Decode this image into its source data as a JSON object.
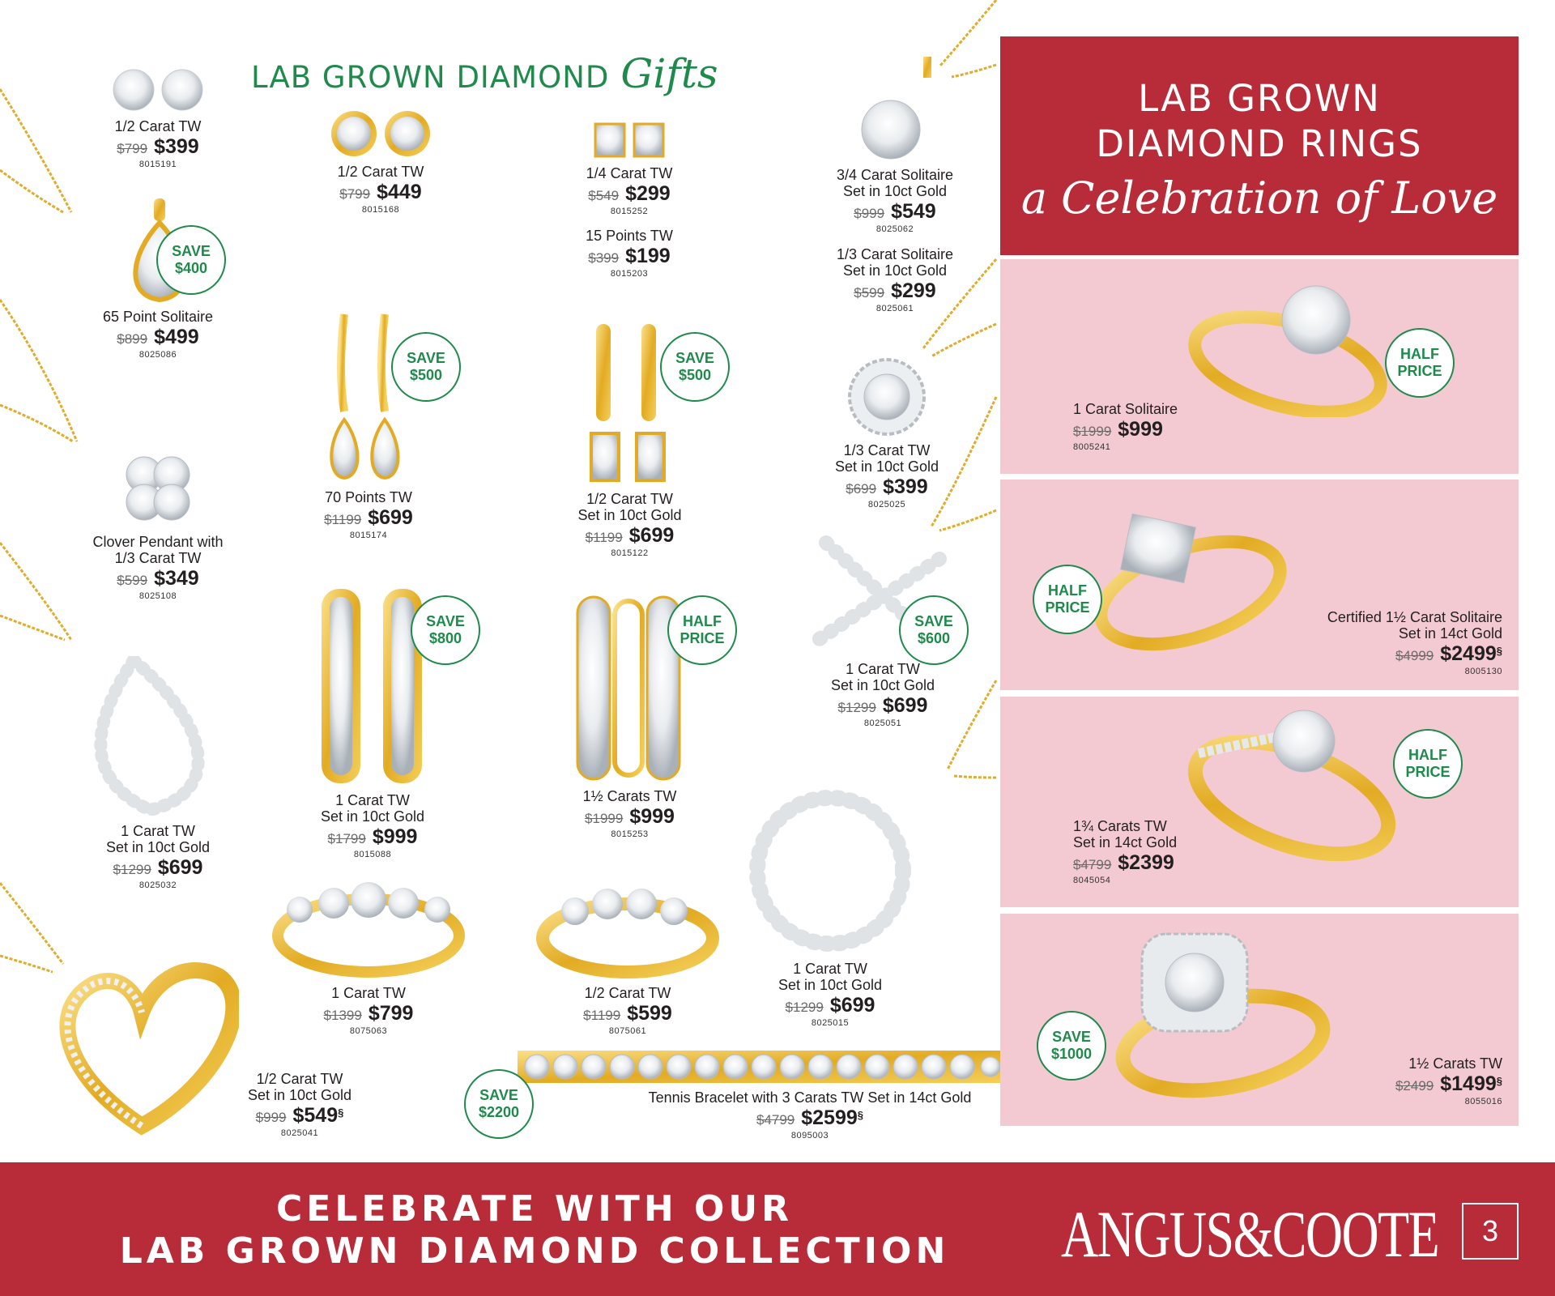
{
  "page": {
    "heading_main": "LAB GROWN DIAMOND",
    "heading_script": "Gifts",
    "page_number": "3"
  },
  "panel": {
    "title_line1": "LAB GROWN",
    "title_line2": "DIAMOND RINGS",
    "title_script": "a Celebration of Love"
  },
  "badges": {
    "save400": [
      "SAVE",
      "$400"
    ],
    "save500a": [
      "SAVE",
      "$500"
    ],
    "save500b": [
      "SAVE",
      "$500"
    ],
    "save800": [
      "SAVE",
      "$800"
    ],
    "half1": [
      "HALF",
      "PRICE"
    ],
    "save600": [
      "SAVE",
      "$600"
    ],
    "save2200": [
      "SAVE",
      "$2200"
    ],
    "ring_half1": [
      "HALF",
      "PRICE"
    ],
    "ring_half2": [
      "HALF",
      "PRICE"
    ],
    "ring_half3": [
      "HALF",
      "PRICE"
    ],
    "ring_save1000": [
      "SAVE",
      "$1000"
    ]
  },
  "products": {
    "p01": {
      "desc": "1/2 Carat TW",
      "was": "$799",
      "now": "$399",
      "code": "8015191"
    },
    "p02": {
      "desc": "1/2 Carat TW",
      "was": "$799",
      "now": "$449",
      "code": "8015168"
    },
    "p03": {
      "desc": "1/4 Carat TW",
      "was": "$549",
      "now": "$299",
      "code": "8015252"
    },
    "p04": {
      "desc": "15 Points TW",
      "was": "$399",
      "now": "$199",
      "code": "8015203"
    },
    "p05": {
      "desc": "3/4 Carat Solitaire\nSet in 10ct Gold",
      "was": "$999",
      "now": "$549",
      "code": "8025062"
    },
    "p06": {
      "desc": "1/3 Carat Solitaire\nSet in 10ct Gold",
      "was": "$599",
      "now": "$299",
      "code": "8025061"
    },
    "p07": {
      "desc": "65 Point Solitaire",
      "was": "$899",
      "now": "$499",
      "code": "8025086"
    },
    "p08": {
      "desc": "70 Points TW",
      "was": "$1199",
      "now": "$699",
      "code": "8015174"
    },
    "p09": {
      "desc": "1/2 Carat TW\nSet in 10ct Gold",
      "was": "$1199",
      "now": "$699",
      "code": "8015122"
    },
    "p10": {
      "desc": "1/3 Carat TW\nSet in 10ct Gold",
      "was": "$699",
      "now": "$399",
      "code": "8025025"
    },
    "p11": {
      "desc": "Clover Pendant with\n1/3 Carat TW",
      "was": "$599",
      "now": "$349",
      "code": "8025108"
    },
    "p12": {
      "desc": "1 Carat TW\nSet in 10ct Gold",
      "was": "$1799",
      "now": "$999",
      "code": "8015088"
    },
    "p13": {
      "desc": "1½ Carats TW",
      "was": "$1999",
      "now": "$999",
      "code": "8015253"
    },
    "p14": {
      "desc": "1 Carat TW\nSet in 10ct Gold",
      "was": "$1299",
      "now": "$699",
      "code": "8025051"
    },
    "p15": {
      "desc": "1 Carat TW\nSet in 10ct Gold",
      "was": "$1299",
      "now": "$699",
      "code": "8025032"
    },
    "p16": {
      "desc": "1 Carat TW",
      "was": "$1399",
      "now": "$799",
      "code": "8075063"
    },
    "p17": {
      "desc": "1/2 Carat TW",
      "was": "$1199",
      "now": "$599",
      "code": "8075061"
    },
    "p18": {
      "desc": "1 Carat TW\nSet in 10ct Gold",
      "was": "$1299",
      "now": "$699",
      "code": "8025015"
    },
    "p19": {
      "desc": "1/2 Carat TW\nSet in 10ct Gold",
      "was": "$999",
      "now": "$549",
      "sect": "§",
      "code": "8025041"
    },
    "p20": {
      "desc": "Tennis Bracelet with 3 Carats TW Set in 14ct Gold",
      "was": "$4799",
      "now": "$2599",
      "sect": "§",
      "code": "8095003"
    }
  },
  "rings": {
    "r1": {
      "desc": "1 Carat Solitaire",
      "was": "$1999",
      "now": "$999",
      "code": "8005241"
    },
    "r2": {
      "desc": "Certified 1½ Carat Solitaire\nSet in 14ct Gold",
      "was": "$4999",
      "now": "$2499",
      "sect": "§",
      "code": "8005130"
    },
    "r3": {
      "desc": "1¾ Carats TW\nSet in 14ct Gold",
      "was": "$4799",
      "now": "$2399",
      "code": "8045054"
    },
    "r4": {
      "desc": "1½ Carats TW",
      "was": "$2499",
      "now": "$1499",
      "sect": "§",
      "code": "8055016"
    }
  },
  "footer": {
    "line1": "CELEBRATE WITH OUR",
    "line2": "LAB GROWN DIAMOND COLLECTION",
    "logo": "ANGUS&COOTE"
  },
  "colors": {
    "brand_red": "#b82b38",
    "ring_pink": "#f4cad2",
    "save_green": "#1f8a4c",
    "gold": "#e7b52a"
  }
}
